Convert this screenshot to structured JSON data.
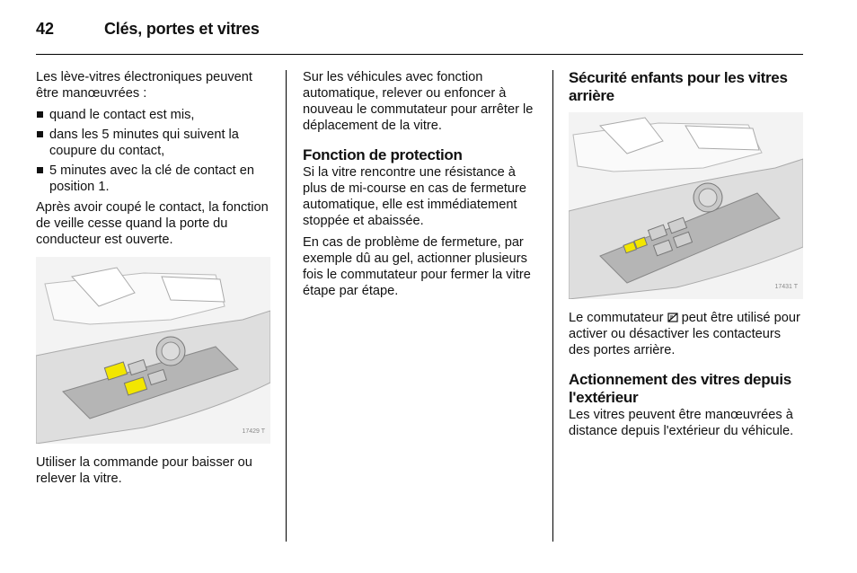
{
  "header": {
    "page_number": "42",
    "chapter_title": "Clés, portes et vitres"
  },
  "col1": {
    "intro": "Les lève-vitres électroniques peuvent être manœuvrées :",
    "bullets": [
      "quand le contact est mis,",
      "dans les 5 minutes qui suivent la coupure du contact,",
      "5 minutes avec la clé de contact en position 1."
    ],
    "para2": "Après avoir coupé le contact, la fonction de veille cesse quand la porte du conducteur est ouverte.",
    "figure_ref": "17429 T",
    "caption": "Utiliser la commande pour baisser ou relever la vitre."
  },
  "col2": {
    "para1": "Sur les véhicules avec fonction automatique, relever ou enfoncer à nouveau le commutateur pour arrêter le déplacement de la vitre.",
    "heading": "Fonction de protection",
    "para2": "Si la vitre rencontre une résistance à plus de mi-course en cas de fermeture automatique, elle est immédiatement stoppée et abaissée.",
    "para3": "En cas de problème de fermeture, par exemple dû au gel, actionner plusieurs fois le commutateur pour fermer la vitre étape par étape."
  },
  "col3": {
    "heading1": "Sécurité enfants pour les vitres arrière",
    "figure_ref": "17431 T",
    "para1_pre": "Le commutateur",
    "para1_post": "peut être utilisé pour activer ou désactiver les contacteurs des portes arrière.",
    "heading2": "Actionnement des vitres depuis l'extérieur",
    "para2": "Les vitres peuvent être manœuvrées à distance depuis l'extérieur du véhicule."
  },
  "colors": {
    "highlight": "#f2e600",
    "illustration_bg": "#f2f2f2"
  }
}
